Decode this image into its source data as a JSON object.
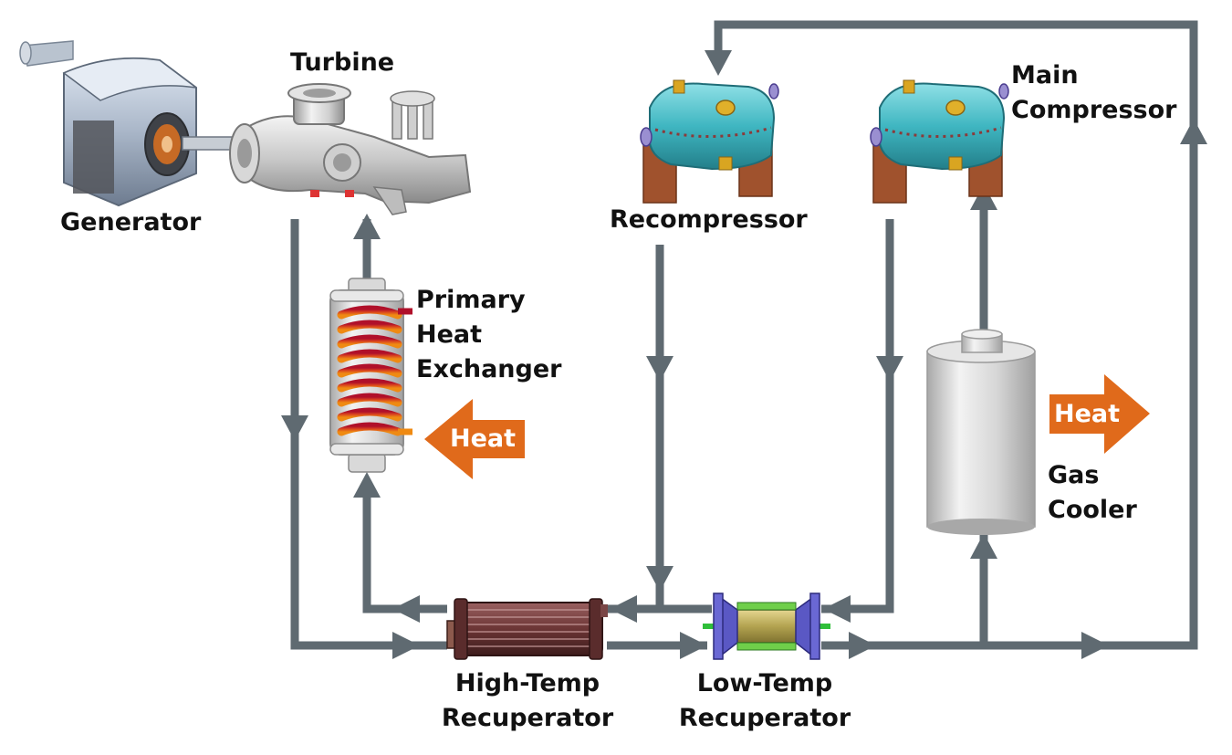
{
  "colors": {
    "pipe": "#5f6a71",
    "heat_arrow": "#e06a1b",
    "label": "#111111",
    "heat_text": "#ffffff"
  },
  "labels": {
    "turbine": "Turbine",
    "generator": "Generator",
    "recompressor": "Recompressor",
    "main_compressor_line1": "Main",
    "main_compressor_line2": "Compressor",
    "primary_hx_line1": "Primary",
    "primary_hx_line2": "Heat",
    "primary_hx_line3": "Exchanger",
    "gas_cooler_line1": "Gas",
    "gas_cooler_line2": "Cooler",
    "ht_recuperator_line1": "High-Temp",
    "ht_recuperator_line2": "Recuperator",
    "lt_recuperator_line1": "Low-Temp",
    "lt_recuperator_line2": "Recuperator"
  },
  "heat_in": {
    "label": "Heat"
  },
  "heat_out": {
    "label": "Heat"
  },
  "icons": {
    "generator": "generator-icon",
    "turbine": "turbine-icon",
    "recompressor": "recompressor-icon",
    "main_compressor": "main-compressor-icon",
    "primary_hx": "heat-exchanger-coil-icon",
    "gas_cooler": "gas-cooler-cylinder-icon",
    "ht_recuperator": "ht-recuperator-icon",
    "lt_recuperator": "lt-recuperator-icon"
  }
}
